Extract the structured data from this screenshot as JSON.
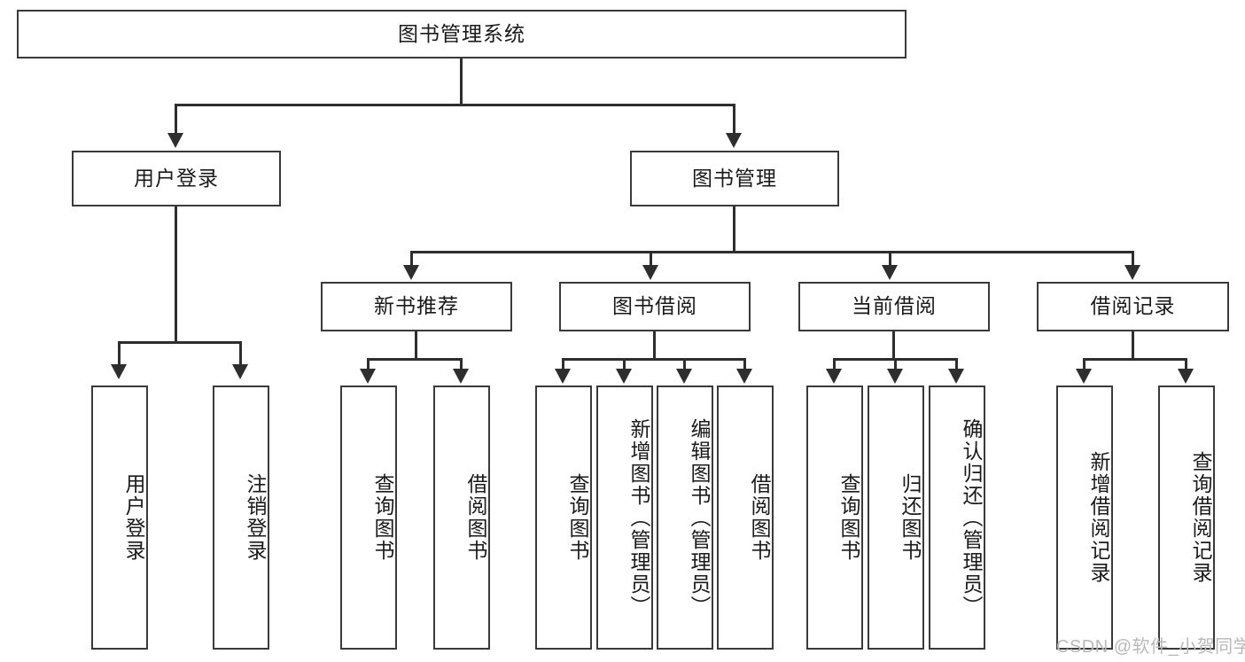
{
  "diagram": {
    "title": "图书管理系统",
    "type": "tree-hierarchy-chart",
    "root": {
      "id": "root",
      "label": "图书管理系统"
    },
    "level2": [
      {
        "id": "user-login",
        "label": "用户登录"
      },
      {
        "id": "book-management",
        "label": "图书管理"
      }
    ],
    "level3": [
      {
        "id": "new-book-recommend",
        "label": "新书推荐"
      },
      {
        "id": "book-borrow",
        "label": "图书借阅"
      },
      {
        "id": "current-borrow",
        "label": "当前借阅"
      },
      {
        "id": "borrow-record",
        "label": "借阅记录"
      }
    ],
    "leaves": {
      "user_login": [
        {
          "id": "leaf-user-login",
          "label": "用户登录"
        },
        {
          "id": "leaf-logout-login",
          "label": "注销登录"
        }
      ],
      "new_book_recommend": [
        {
          "id": "leaf-query-book-1",
          "label": "查询图书"
        },
        {
          "id": "leaf-borrow-book-1",
          "label": "借阅图书"
        }
      ],
      "book_borrow": [
        {
          "id": "leaf-query-book-2",
          "label": "查询图书"
        },
        {
          "id": "leaf-add-book",
          "label": "新增图书（管理员）"
        },
        {
          "id": "leaf-edit-book",
          "label": "编辑图书（管理员）"
        },
        {
          "id": "leaf-borrow-book-2",
          "label": "借阅图书"
        }
      ],
      "current_borrow": [
        {
          "id": "leaf-query-book-3",
          "label": "查询图书"
        },
        {
          "id": "leaf-return-book",
          "label": "归还图书"
        },
        {
          "id": "leaf-confirm-return",
          "label": "确认归还（管理员）"
        }
      ],
      "borrow_record": [
        {
          "id": "leaf-add-borrow-record",
          "label": "新增借阅记录"
        },
        {
          "id": "leaf-query-borrow-record",
          "label": "查询借阅记录"
        }
      ]
    },
    "watermark": "CSDN @软件_小贺同学",
    "colors": {
      "border": "#3a3a3a",
      "connector": "#2e2e2e",
      "background": "#ffffff",
      "text": "#1a1a1a",
      "watermark": "#b9b9b9"
    }
  }
}
